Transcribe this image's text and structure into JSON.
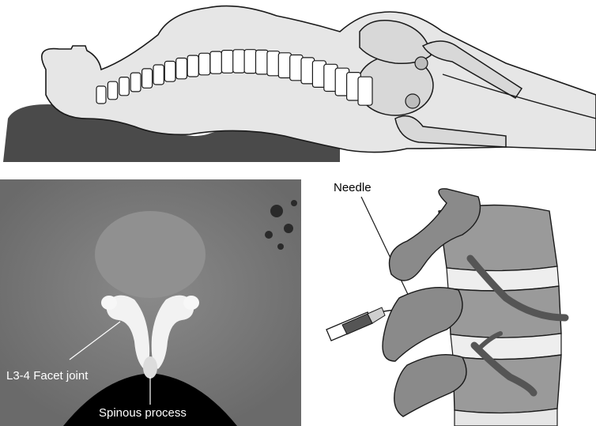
{
  "labels": {
    "facet_joint": "L3-4 Facet joint",
    "spinous_process": "Spinous process",
    "needle": "Needle"
  },
  "colors": {
    "body_fill": "#e6e6e6",
    "outline": "#1a1a1a",
    "pillow": "#4a4a4a",
    "bone_fill": "#d8d8d8",
    "ct_background": "#000000",
    "ct_tissue": "#7d7d7d",
    "ct_bone": "#f2f2f2",
    "nerve": "#555555"
  }
}
